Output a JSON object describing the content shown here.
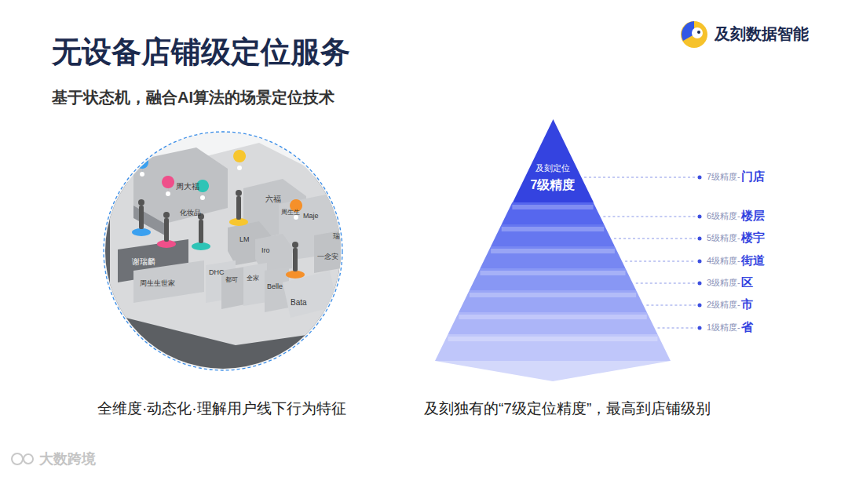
{
  "diagram": {
    "title": "无设备店铺级定位服务",
    "nodes": [
      {
        "text": [
          "及刻定位",
          "7级精度"
        ]
      }
    ],
    "labels": [
      "基于状态机，融合AI算法的场景定位技术",
      "及刻数据智能",
      "周大福",
      "化妆品",
      "六福",
      "周生生",
      "Maje",
      "瑞",
      "LM",
      "Iro",
      "一念安",
      "谢瑞麟",
      "周生生世家",
      "DHC",
      "都可",
      "全家",
      "Belle",
      "Bata",
      "全维度·动态化·理解用户线下行为特征",
      "7级精度-",
      "门店",
      "6级精度-",
      "楼层",
      "5级精度-",
      "楼宇",
      "4级精度-",
      "街道",
      "3级精度-",
      "区",
      "2级精度-",
      "市",
      "1级精度-",
      "省",
      "及刻独有的“7级定位精度”，最高到店铺级别",
      "大数跨境"
    ]
  }
}
